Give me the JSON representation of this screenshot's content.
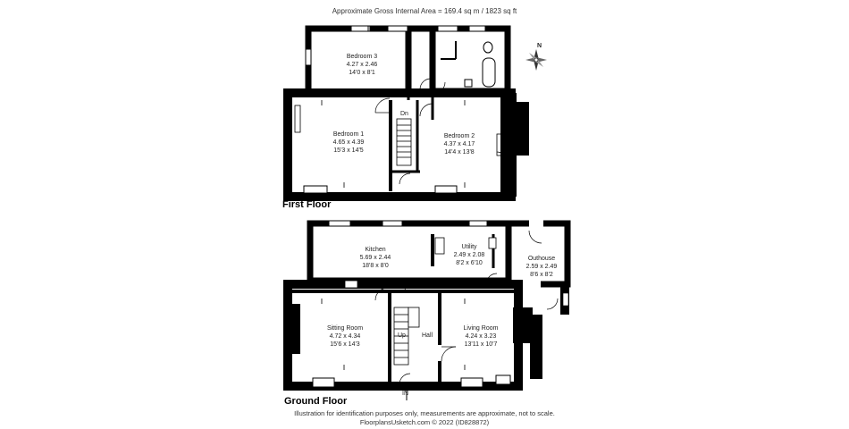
{
  "header": {
    "area_text": "Approximate Gross Internal Area = 169.4 sq m / 1823 sq ft"
  },
  "compass": {
    "label": "N"
  },
  "first_floor": {
    "label": "First Floor",
    "rooms": {
      "bedroom3": {
        "name": "Bedroom 3",
        "metric": "4.27 x 2.46",
        "imperial": "14'0 x 8'1"
      },
      "bedroom1": {
        "name": "Bedroom 1",
        "metric": "4.65 x 4.39",
        "imperial": "15'3 x 14'5"
      },
      "bedroom2": {
        "name": "Bedroom 2",
        "metric": "4.37 x 4.17",
        "imperial": "14'4 x 13'8"
      }
    },
    "stair_label": "Dn"
  },
  "ground_floor": {
    "label": "Ground Floor",
    "rooms": {
      "kitchen": {
        "name": "Kitchen",
        "metric": "5.69 x 2.44",
        "imperial": "18'8 x 8'0"
      },
      "utility": {
        "name": "Utility",
        "metric": "2.49 x 2.08",
        "imperial": "8'2 x 6'10"
      },
      "outhouse": {
        "name": "Outhouse",
        "metric": "2.59 x 2.49",
        "imperial": "8'6 x 8'2"
      },
      "sitting": {
        "name": "Sitting Room",
        "metric": "4.72 x 4.34",
        "imperial": "15'6 x 14'3"
      },
      "living": {
        "name": "Living Room",
        "metric": "4.24 x 3.23",
        "imperial": "13'11 x 10'7"
      },
      "hall": {
        "name": "Hall"
      }
    },
    "stair_label": "Up",
    "entrance_label": "IN"
  },
  "footer": {
    "line1": "Illustration for identification purposes only, measurements are approximate, not to scale.",
    "line2": "FloorplansUsketch.com © 2022 (ID828872)"
  }
}
